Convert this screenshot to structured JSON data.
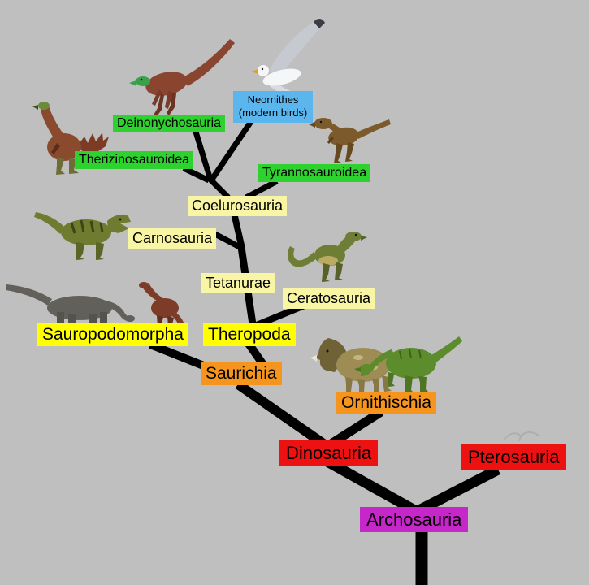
{
  "diagram_type": "phylogenetic-tree (cladogram) of Archosauria",
  "colors": {
    "background": "#bfbfbf",
    "branch": "#000000",
    "green_clade": "#2ed22e",
    "blue_clade": "#5cb6ee",
    "pale_yellow_clade": "#f8f5a4",
    "yellow_clade": "#ffff00",
    "orange_clade": "#f6951d",
    "red_clade": "#ee1111",
    "magenta_clade": "#c627c9"
  },
  "labels": {
    "neornithes": {
      "line1": "Neornithes",
      "line2": "(modern birds)",
      "bg": "#5cb6ee"
    },
    "deinonychosauria": {
      "text": "Deinonychosauria",
      "bg": "#2ed22e"
    },
    "therizinosauroidea": {
      "text": "Therizinosauroidea",
      "bg": "#2ed22e"
    },
    "tyrannosauroidea": {
      "text": "Tyrannosauroidea",
      "bg": "#2ed22e"
    },
    "coelurosauria": {
      "text": "Coelurosauria",
      "bg": "#f8f5a4"
    },
    "carnosauria": {
      "text": "Carnosauria",
      "bg": "#f8f5a4"
    },
    "tetanurae": {
      "text": "Tetanurae",
      "bg": "#f8f5a4"
    },
    "ceratosauria": {
      "text": "Ceratosauria",
      "bg": "#f8f5a4"
    },
    "sauropodomorpha": {
      "text": "Sauropodomorpha",
      "bg": "#ffff00"
    },
    "theropoda": {
      "text": "Theropoda",
      "bg": "#ffff00"
    },
    "saurichia": {
      "text": "Saurichia",
      "bg": "#f6951d"
    },
    "ornithischia": {
      "text": "Ornithischia",
      "bg": "#f6951d"
    },
    "dinosauria": {
      "text": "Dinosauria",
      "bg": "#ee1111"
    },
    "pterosauria": {
      "text": "Pterosauria",
      "bg": "#ee1111"
    },
    "archosauria": {
      "text": "Archosauria",
      "bg": "#c627c9"
    }
  },
  "topology": [
    {
      "parent": "Archosauria",
      "children": [
        "Dinosauria",
        "Pterosauria"
      ]
    },
    {
      "parent": "Dinosauria",
      "children": [
        "Saurichia",
        "Ornithischia"
      ]
    },
    {
      "parent": "Saurichia",
      "children": [
        "Sauropodomorpha",
        "Theropoda"
      ]
    },
    {
      "parent": "Theropoda",
      "children": [
        "Ceratosauria",
        "Tetanurae"
      ]
    },
    {
      "parent": "Tetanurae",
      "children": [
        "Carnosauria",
        "Coelurosauria"
      ]
    },
    {
      "parent": "Coelurosauria",
      "children": [
        "Tyrannosauroidea",
        "Therizinosauroidea",
        "Deinonychosauria",
        "Neornithes (modern birds)"
      ]
    }
  ],
  "figures": {
    "therizinosaur": "therizinosaur-illustration",
    "dromaeosaur": "deinonychosaur-illustration",
    "seagull": "modern-bird-photo",
    "tyrannosauroid": "small-tyrannosauroid-illustration",
    "allosaur": "carnosaur-illustration",
    "ceratosaur": "ceratosaur-illustration",
    "sauropod": "gray-sauropod-illustration",
    "prosauropod": "prosauropod-illustration",
    "ceratopsian": "horned-ornithischian-illustration",
    "hadrosaur": "green-ornithischian-illustration",
    "pterosaur_sketch": "faint-pterosaur-sketch"
  }
}
